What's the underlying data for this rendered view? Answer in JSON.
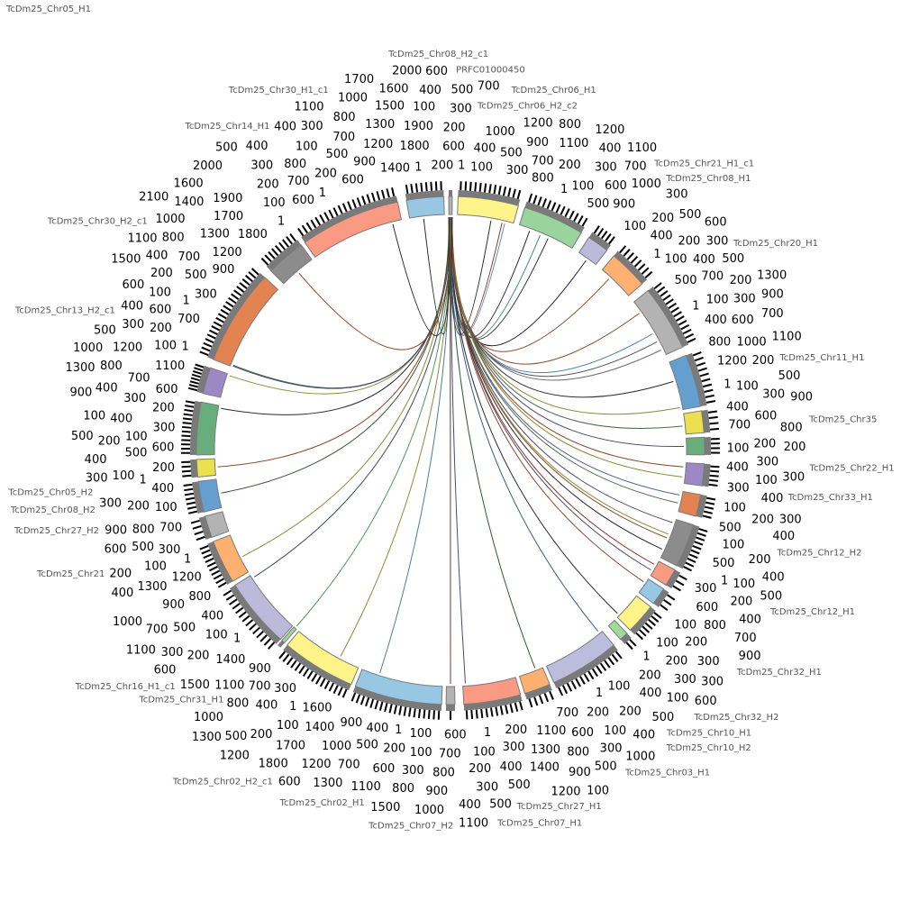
{
  "chart_data": {
    "type": "circos",
    "title": "",
    "sectors": [
      {
        "name": "PRFC01000450",
        "color": "#b3b3b3",
        "start": 359.6,
        "end": 360.4,
        "ticks": []
      },
      {
        "name": "TcDm25_Chr06_H2_c2",
        "color": "#fff38a",
        "start": 1.7,
        "end": 15.5,
        "ticks": [
          "1",
          "100",
          "200",
          "300",
          "400",
          "500",
          "600",
          "700",
          "800",
          "900",
          "1000",
          "1100",
          "1200"
        ]
      },
      {
        "name": "TcDm25_Chr06_H1",
        "color": "#98d49b",
        "start": 17,
        "end": 31,
        "ticks": [
          "1",
          "100",
          "200",
          "300",
          "400",
          "500",
          "600",
          "700",
          "800",
          "900",
          "1000",
          "1100",
          "1200"
        ]
      },
      {
        "name": "TcDm25_Chr08_H1",
        "color": "#bcb9da",
        "start": 33,
        "end": 38,
        "ticks": [
          "100",
          "200",
          "300",
          "400",
          "500"
        ]
      },
      {
        "name": "TcDm25_Chr21_H1_c1",
        "color": "#fdb06f",
        "start": 40,
        "end": 49,
        "ticks": [
          "1",
          "100",
          "200",
          "300",
          "400",
          "500",
          "600",
          "700"
        ]
      },
      {
        "name": "TcDm25_Chr20_H1",
        "color": "#b3b3b3",
        "start": 51,
        "end": 66,
        "ticks": [
          "1",
          "100",
          "200",
          "300",
          "400",
          "500",
          "600",
          "700",
          "800",
          "900",
          "1000",
          "1100",
          "1200",
          "1300"
        ]
      },
      {
        "name": "TcDm25_Chr11_H1",
        "color": "#659fcf",
        "start": 68,
        "end": 80,
        "ticks": [
          "1",
          "100",
          "200",
          "300",
          "400",
          "500",
          "600",
          "700",
          "800",
          "900"
        ]
      },
      {
        "name": "TcDm25_Chr35",
        "color": "#ebe04f",
        "start": 81,
        "end": 86,
        "ticks": [
          "100",
          "200",
          "300",
          "400"
        ]
      },
      {
        "name": "TcDm25_Chr33_H1",
        "color": "#68ae7c",
        "start": 87,
        "end": 91,
        "ticks": [
          "100",
          "200",
          "300",
          "400"
        ]
      },
      {
        "name": "TcDm25_Chr22_H1",
        "color": "#9b88c4",
        "start": 93,
        "end": 98,
        "ticks": [
          "100",
          "200",
          "300",
          "400",
          "500"
        ]
      },
      {
        "name": "TcDm25_Chr12_H2",
        "color": "#e38352",
        "start": 100,
        "end": 105,
        "ticks": [
          "100",
          "200",
          "300",
          "400",
          "500"
        ]
      },
      {
        "name": "TcDm25_Chr12_H1",
        "color": "#8c8c8c",
        "start": 107,
        "end": 117,
        "ticks": [
          "1",
          "100",
          "200",
          "300",
          "400",
          "500",
          "600",
          "700",
          "800",
          "900"
        ]
      },
      {
        "name": "TcDm25_Chr32_H1",
        "color": "#fb9a82",
        "start": 118,
        "end": 122,
        "ticks": [
          "100",
          "200",
          "300"
        ]
      },
      {
        "name": "TcDm25_Chr32_H2",
        "color": "#97c7e3",
        "start": 123,
        "end": 127,
        "ticks": [
          "100",
          "200",
          "300"
        ]
      },
      {
        "name": "TcDm25_Chr10_H1",
        "color": "#fff38a",
        "start": 128,
        "end": 135,
        "ticks": [
          "1",
          "100",
          "200",
          "300",
          "400",
          "500",
          "600"
        ]
      },
      {
        "name": "TcDm25_Chr10_H2",
        "color": "#a1d99b",
        "start": 136,
        "end": 138,
        "ticks": [
          "100",
          "200"
        ]
      },
      {
        "name": "TcDm25_Chr03_H1",
        "color": "#bcbddc",
        "start": 140,
        "end": 156,
        "ticks": [
          "1",
          "100",
          "200",
          "300",
          "400",
          "500",
          "600",
          "700",
          "800",
          "900",
          "1000",
          "1100",
          "1200",
          "1300",
          "1400"
        ]
      },
      {
        "name": "TcDm25_Chr27_H1",
        "color": "#fdb06f",
        "start": 157,
        "end": 163,
        "ticks": [
          "100",
          "200",
          "300",
          "400",
          "500"
        ]
      },
      {
        "name": "TcDm25_Chr07_H1",
        "color": "#fb9a82",
        "start": 164,
        "end": 177,
        "ticks": [
          "1",
          "100",
          "200",
          "300",
          "400",
          "500",
          "600",
          "700",
          "800",
          "900",
          "1000",
          "1100"
        ]
      },
      {
        "name": "TcDm25_Chr07_H2",
        "color": "#b3b3b3",
        "start": 179,
        "end": 181,
        "ticks": [
          "100"
        ]
      },
      {
        "name": "TcDm25_Chr02_H1",
        "color": "#97c7e3",
        "start": 182,
        "end": 202,
        "ticks": [
          "1",
          "100",
          "200",
          "300",
          "400",
          "500",
          "600",
          "700",
          "800",
          "900",
          "1000",
          "1100",
          "1200",
          "1300",
          "1400",
          "1500",
          "1600",
          "1700",
          "1800"
        ]
      },
      {
        "name": "TcDm25_Chr02_H2_c1",
        "color": "#fff38a",
        "start": 203,
        "end": 220,
        "ticks": [
          "1",
          "100",
          "200",
          "300",
          "400",
          "500",
          "600",
          "700",
          "800",
          "900",
          "1000",
          "1100",
          "1200",
          "1300",
          "1400",
          "1500"
        ]
      },
      {
        "name": "TcDm25_Chr31_H1",
        "color": "#a1d99b",
        "start": 220.8,
        "end": 221.6,
        "ticks": []
      },
      {
        "name": "TcDm25_Chr16_H1_c1",
        "color": "#bcb9da",
        "start": 222,
        "end": 238,
        "ticks": [
          "1",
          "100",
          "200",
          "300",
          "400",
          "500",
          "600",
          "700",
          "800",
          "900",
          "1000",
          "1100",
          "1200",
          "1300"
        ]
      },
      {
        "name": "TcDm25_Chr21",
        "color": "#fdb06f",
        "start": 239,
        "end": 249,
        "ticks": [
          "1",
          "100",
          "200",
          "300",
          "400",
          "500",
          "600",
          "700",
          "800",
          "900"
        ]
      },
      {
        "name": "TcDm25_Chr27_H2",
        "color": "#b3b3b3",
        "start": 250,
        "end": 255,
        "ticks": [
          "100",
          "200",
          "300",
          "400"
        ]
      },
      {
        "name": "TcDm25_Chr08_H2",
        "color": "#659fcf",
        "start": 256,
        "end": 263,
        "ticks": [
          "1",
          "100",
          "200",
          "300",
          "400",
          "500",
          "600"
        ]
      },
      {
        "name": "TcDm25_Chr05_H2",
        "color": "#ebe04f",
        "start": 264,
        "end": 268,
        "ticks": [
          "100",
          "200",
          "300",
          "400"
        ]
      },
      {
        "name": "TcDm25_Chr05_H1",
        "color": "#68ae7c",
        "start": 269,
        "end": 281,
        "ticks": [
          "100",
          "200",
          "300",
          "400",
          "500",
          "600",
          "700",
          "800",
          "900",
          "1000",
          "1100",
          "1200",
          "1300"
        ]
      },
      {
        "name": "TcDm25_Chr13_H2_c1",
        "color": "#9b88c4",
        "start": 283,
        "end": 289,
        "ticks": [
          "1",
          "100",
          "200",
          "300",
          "400",
          "500",
          "600",
          "700"
        ]
      },
      {
        "name": "TcDm25_Chr30_H2_c1",
        "color": "#e38352",
        "start": 291,
        "end": 313,
        "ticks": [
          "1",
          "100",
          "200",
          "300",
          "400",
          "500",
          "600",
          "700",
          "800",
          "900",
          "1000",
          "1100",
          "1200",
          "1300",
          "1400",
          "1500",
          "1600",
          "1700",
          "1800",
          "1900",
          "2000",
          "2100"
        ]
      },
      {
        "name": "TcDm25_Chr14_H1",
        "color": "#8c8c8c",
        "start": 315,
        "end": 324,
        "ticks": [
          "1",
          "100",
          "200",
          "300",
          "400",
          "500",
          "600",
          "700",
          "800"
        ]
      },
      {
        "name": "TcDm25_Chr30_H1_c1",
        "color": "#fb9a82",
        "start": 325,
        "end": 348,
        "ticks": [
          "1",
          "100",
          "200",
          "300",
          "400",
          "500",
          "600",
          "700",
          "800",
          "900",
          "1000",
          "1100",
          "1200",
          "1300",
          "1400",
          "1500",
          "1600",
          "1700",
          "1800",
          "1900",
          "2000"
        ]
      },
      {
        "name": "TcDm25_Chr08_H2_c1",
        "color": "#97c7e3",
        "start": 350,
        "end": 358.5,
        "ticks": [
          "1",
          "100",
          "200",
          "300",
          "400",
          "500",
          "600",
          "700"
        ]
      }
    ],
    "links": [
      {
        "target": 1,
        "pos": 0.6,
        "color": "#2b2b2b"
      },
      {
        "target": 1,
        "pos": 0.8,
        "color": "#8b3a2b"
      },
      {
        "target": 1,
        "pos": 0.85,
        "color": "#5a8fb0"
      },
      {
        "target": 2,
        "pos": 0.2,
        "color": "#2b2b2b"
      },
      {
        "target": 2,
        "pos": 0.4,
        "color": "#4a7f8c"
      },
      {
        "target": 2,
        "pos": 0.55,
        "color": "#2b2b2b"
      },
      {
        "target": 3,
        "pos": 0.5,
        "color": "#1a1a3a"
      },
      {
        "target": 4,
        "pos": 0.3,
        "color": "#8b4a2b"
      },
      {
        "target": 5,
        "pos": 0.2,
        "color": "#8b4a2b"
      },
      {
        "target": 5,
        "pos": 0.6,
        "color": "#4a7fb0"
      },
      {
        "target": 5,
        "pos": 0.75,
        "color": "#555"
      },
      {
        "target": 5,
        "pos": 0.9,
        "color": "#6a6a8a"
      },
      {
        "target": 6,
        "pos": 0.4,
        "color": "#2b2b2b"
      },
      {
        "target": 6,
        "pos": 0.95,
        "color": "#8a8a3a"
      },
      {
        "target": 7,
        "pos": 0.6,
        "color": "#4a6a4a"
      },
      {
        "target": 8,
        "pos": 0.5,
        "color": "#4a4a6a"
      },
      {
        "target": 9,
        "pos": 0.2,
        "color": "#8b4a2b"
      },
      {
        "target": 9,
        "pos": 0.7,
        "color": "#8a8a3a"
      },
      {
        "target": 10,
        "pos": 0.2,
        "color": "#4a6a8a"
      },
      {
        "target": 10,
        "pos": 0.6,
        "color": "#5a6a4a"
      },
      {
        "target": 11,
        "pos": 0.1,
        "color": "#4a4a6a"
      },
      {
        "target": 11,
        "pos": 0.4,
        "color": "#8a8a3a"
      },
      {
        "target": 11,
        "pos": 0.5,
        "color": "#8b4a2b"
      },
      {
        "target": 11,
        "pos": 0.8,
        "color": "#2b2b2b"
      },
      {
        "target": 12,
        "pos": 0.3,
        "color": "#8b3a2b"
      },
      {
        "target": 12,
        "pos": 0.7,
        "color": "#4a4a6a"
      },
      {
        "target": 13,
        "pos": 0.3,
        "color": "#8b4a2b"
      },
      {
        "target": 14,
        "pos": 0.9,
        "color": "#2b2b2b"
      },
      {
        "target": 16,
        "pos": 0.05,
        "color": "#3a5a8a"
      },
      {
        "target": 17,
        "pos": 0.3,
        "color": "#2a5a3a"
      },
      {
        "target": 19,
        "pos": 0.5,
        "color": "#6b3a2b"
      },
      {
        "target": 18,
        "pos": 0.95,
        "color": "#4a4a6a"
      },
      {
        "target": 20,
        "pos": 0.78,
        "color": "#4a7f8c"
      },
      {
        "target": 21,
        "pos": 0.3,
        "color": "#8a8a3a"
      },
      {
        "target": 22,
        "pos": 0.5,
        "color": "#4a9a5a"
      },
      {
        "target": 23,
        "pos": 0.95,
        "color": "#3a4a5a"
      },
      {
        "target": 24,
        "pos": 0.4,
        "color": "#8a8a3a"
      },
      {
        "target": 26,
        "pos": 0.5,
        "color": "#3a5a3a"
      },
      {
        "target": 27,
        "pos": 0.5,
        "color": "#8b4a2b"
      },
      {
        "target": 28,
        "pos": 0.95,
        "color": "#2b2b2b"
      },
      {
        "target": 29,
        "pos": 0.95,
        "color": "#8a8a3a"
      },
      {
        "target": 30,
        "pos": 0.02,
        "color": "#4a6a4a"
      },
      {
        "target": 30,
        "pos": 0.01,
        "color": "#4a4a6a"
      },
      {
        "target": 31,
        "pos": 0.5,
        "color": "#8b4a2b"
      },
      {
        "target": 32,
        "pos": 0.9,
        "color": "#2b2b2b"
      },
      {
        "target": 33,
        "pos": 0.4,
        "color": "#2b2b2b"
      }
    ]
  }
}
